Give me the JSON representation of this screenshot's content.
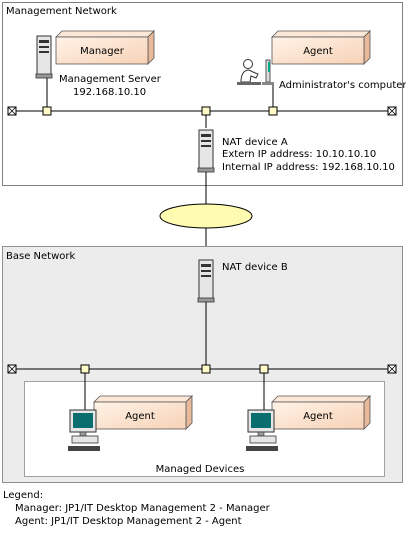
{
  "management_network": {
    "title": "Management Network",
    "manager_label": "Manager",
    "agent_label": "Agent",
    "server_caption": "Management Server",
    "server_ip": "192.168.10.10",
    "admin_caption": "Administrator's computer"
  },
  "nat_a": {
    "name": "NAT device A",
    "extern": "Extern IP address: 10.10.10.10",
    "internal": "Internal IP address: 192.168.10.10"
  },
  "base_network": {
    "title": "Base Network",
    "nat_b": "NAT device B",
    "agent_label_1": "Agent",
    "agent_label_2": "Agent",
    "managed_devices": "Managed Devices"
  },
  "legend": {
    "title": "Legend:",
    "items": [
      "Manager: JP1/IT Desktop Management 2 - Manager",
      "Agent: JP1/IT Desktop Management 2 - Agent"
    ]
  },
  "colors": {
    "box_fill": "#fbe3d0",
    "cloud_fill": "#fffbb0",
    "base_bg": "#ececec",
    "node_fill": "#fffbc6"
  }
}
